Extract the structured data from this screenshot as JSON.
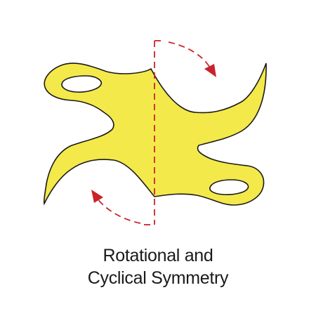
{
  "caption": {
    "line1": "Rotational and",
    "line2": "Cyclical Symmetry"
  },
  "colors": {
    "shape_fill": "#F4E94A",
    "shape_outline": "#1a1a1a",
    "hole_fill": "#ffffff",
    "axis_and_arrows": "#C8242B",
    "caption_text": "#1a1a1a"
  },
  "figure": {
    "shape": "yellow four-armed symmetric figure with two oval holes",
    "symmetry_axis": "vertical dashed line",
    "rotation_arrows": [
      "top-right clockwise dashed arrow",
      "bottom-left dashed arrow"
    ]
  }
}
